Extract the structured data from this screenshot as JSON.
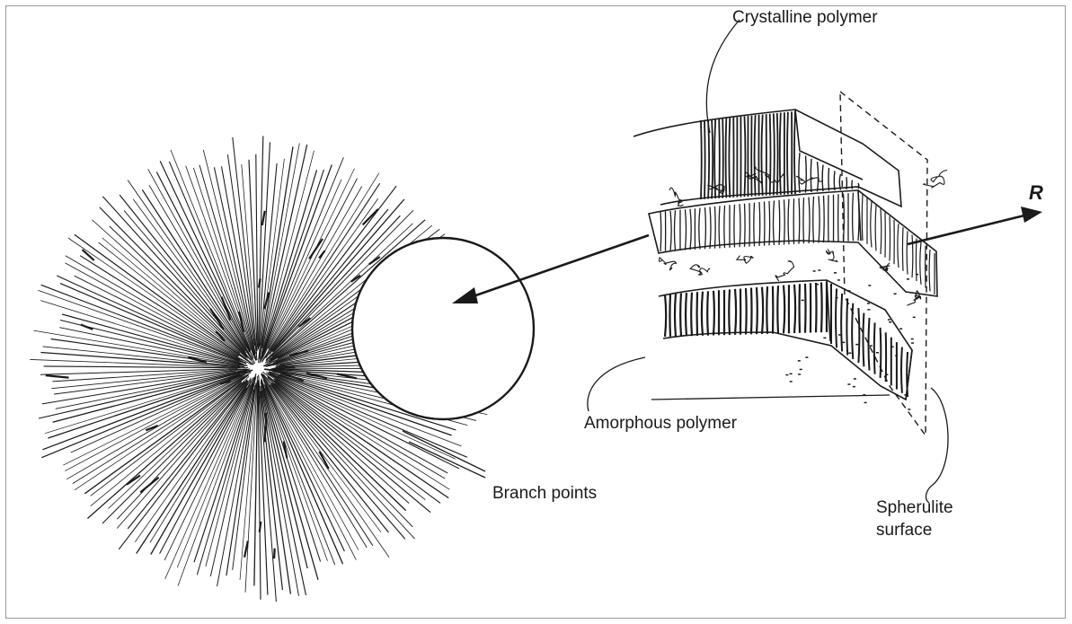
{
  "labels": {
    "crystalline": "Crystalline polymer",
    "r_axis": "R",
    "amorphous": "Amorphous polymer",
    "branch": "Branch points",
    "spherulite_line1": "Spherulite",
    "spherulite_line2": "surface"
  },
  "colors": {
    "ink": "#1a1a1a",
    "frame": "#9a9a9a",
    "background": "#ffffff"
  }
}
